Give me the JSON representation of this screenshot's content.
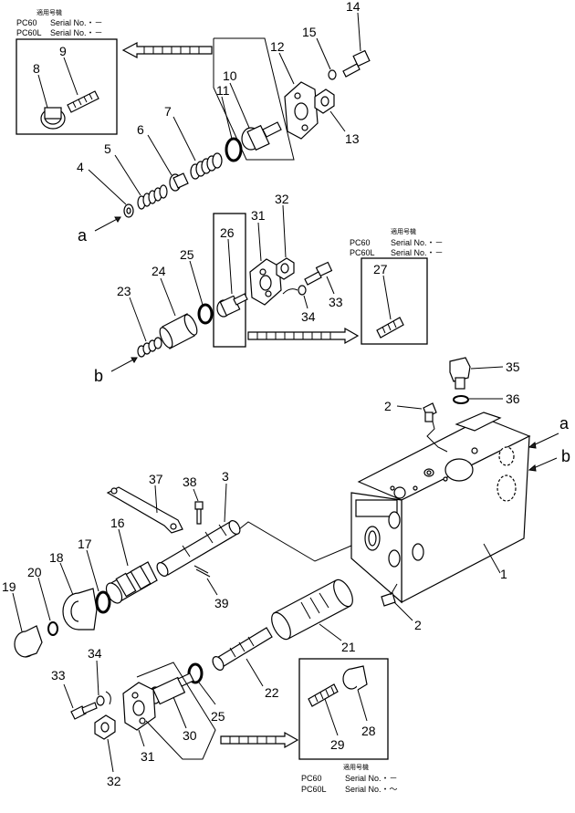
{
  "callouts": {
    "n1": "1",
    "n2a": "2",
    "n2b": "2",
    "n3": "3",
    "n4": "4",
    "n5": "5",
    "n6": "6",
    "n7": "7",
    "n8": "8",
    "n9": "9",
    "n10": "10",
    "n11": "11",
    "n12": "12",
    "n13": "13",
    "n14": "14",
    "n15": "15",
    "n16": "16",
    "n17": "17",
    "n18": "18",
    "n19": "19",
    "n20": "20",
    "n21": "21",
    "n22": "22",
    "n23": "23",
    "n24": "24",
    "n25a": "25",
    "n25b": "25",
    "n26": "26",
    "n27": "27",
    "n28": "28",
    "n29": "29",
    "n30": "30",
    "n31a": "31",
    "n31b": "31",
    "n32a": "32",
    "n32b": "32",
    "n33a": "33",
    "n33b": "33",
    "n34a": "34",
    "n34b": "34",
    "n35": "35",
    "n36": "36",
    "n37": "37",
    "n38": "38",
    "n39": "39"
  },
  "ports": {
    "a_left": "a",
    "b_left": "b",
    "a_right": "a",
    "b_right": "b"
  },
  "serial_boxes": {
    "top": {
      "header": "適用号機",
      "line1_model": "PC60",
      "line1_label": "Serial No.・－",
      "line2_model": "PC60L",
      "line2_label": "Serial No.・－"
    },
    "mid": {
      "header": "適用号機",
      "line1_model": "PC60",
      "line1_label": "Serial No.・－",
      "line2_model": "PC60L",
      "line2_label": "Serial No.・－"
    },
    "bottom": {
      "header": "適用号機",
      "line1_model": "PC60",
      "line1_label": "Serial No.・－",
      "line2_model": "PC60L",
      "line2_label": "Serial No.・～"
    }
  }
}
